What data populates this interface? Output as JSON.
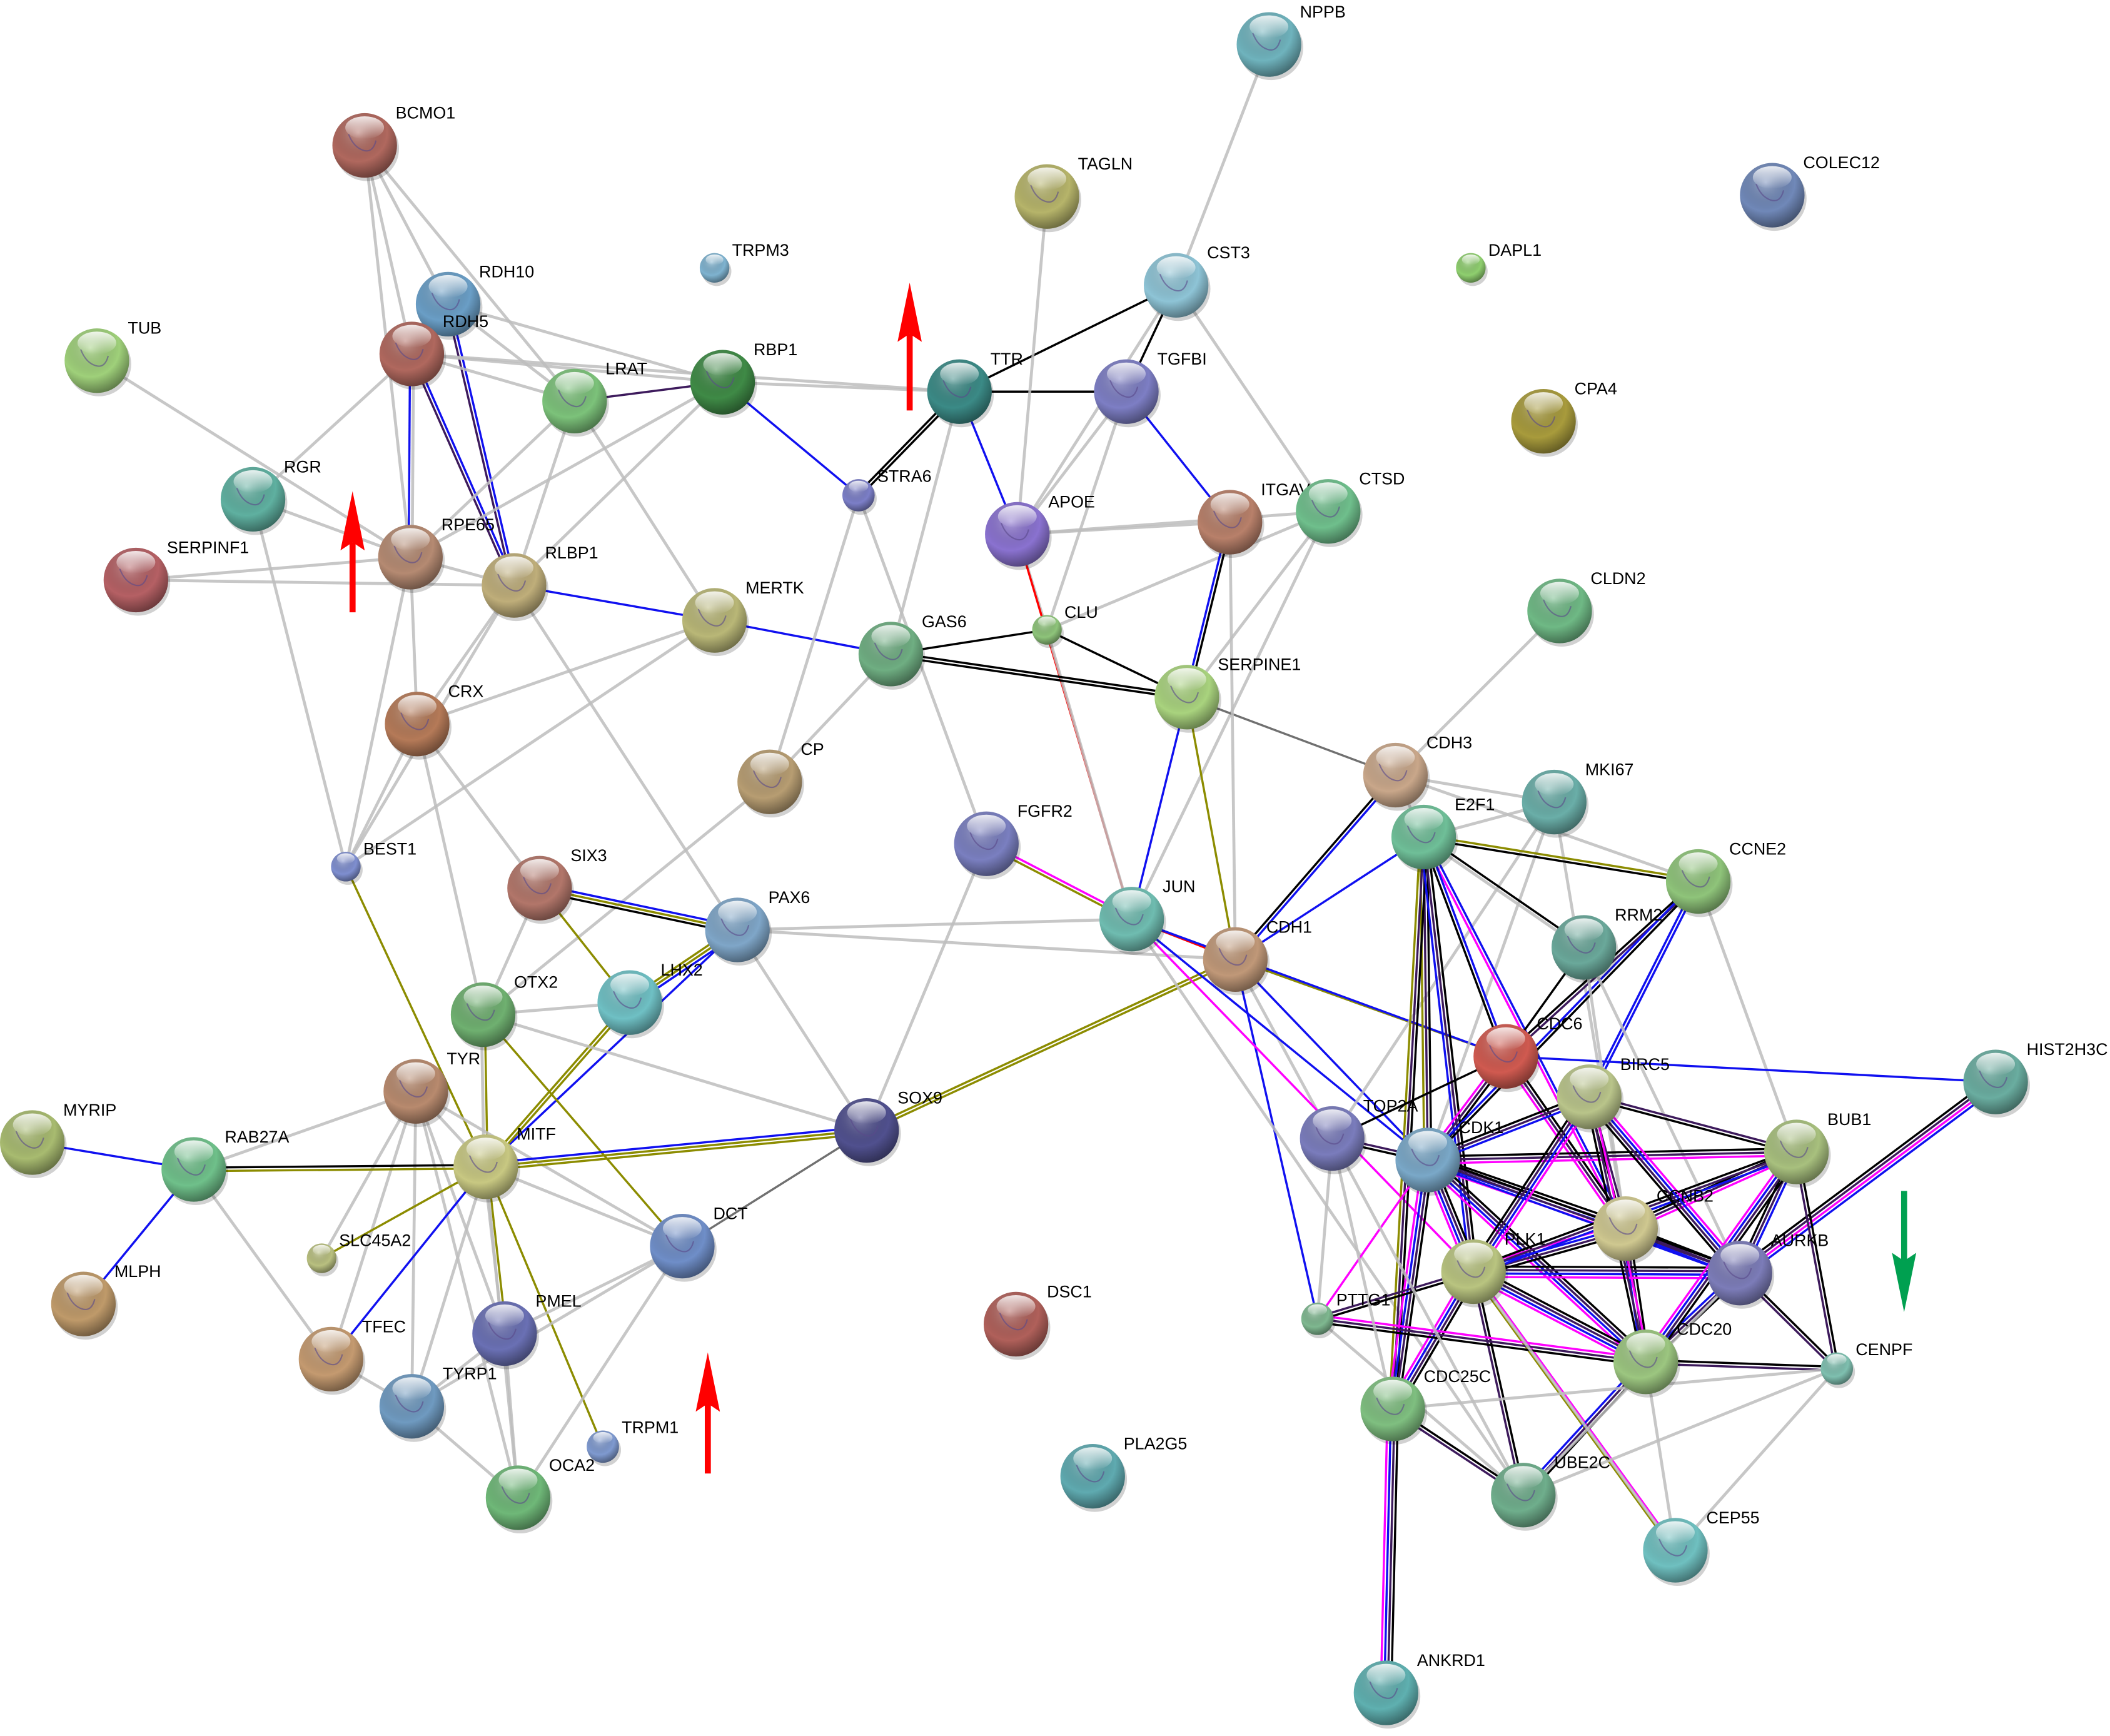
{
  "edge_colors": {
    "k": "#000000",
    "p": "#3d1a5c",
    "b": "#1010f0",
    "m": "#ff00ff",
    "y": "#8c8c00",
    "g": "#bdbdbd",
    "d": "#707070",
    "r": "#ff0000"
  },
  "nodes": [
    {
      "name": "NPPB",
      "color": "#6fb3bd"
    },
    {
      "name": "BCMO1",
      "color": "#b0685e"
    },
    {
      "name": "TAGLN",
      "color": "#b6b46a"
    },
    {
      "name": "COLEC12",
      "color": "#7088b8"
    },
    {
      "name": "TRPM3",
      "color": "#7fb3d0"
    },
    {
      "name": "DAPL1",
      "color": "#8fcf6f"
    },
    {
      "name": "CST3",
      "color": "#8ec4d6"
    },
    {
      "name": "RDH10",
      "color": "#6a9ec6"
    },
    {
      "name": "TUB",
      "color": "#9fd07a"
    },
    {
      "name": "RDH5",
      "color": "#b0685e"
    },
    {
      "name": "LRAT",
      "color": "#7cc27a"
    },
    {
      "name": "RBP1",
      "color": "#3f8a46"
    },
    {
      "name": "TTR",
      "color": "#3b8a86"
    },
    {
      "name": "TGFBI",
      "color": "#7d7ec4"
    },
    {
      "name": "CPA4",
      "color": "#a89b3c"
    },
    {
      "name": "STRA6",
      "color": "#7c7fc8"
    },
    {
      "name": "RGR",
      "color": "#5fb0a0"
    },
    {
      "name": "APOE",
      "color": "#8a72d0"
    },
    {
      "name": "ITGAV",
      "color": "#b8806a"
    },
    {
      "name": "CTSD",
      "color": "#6fbf8c"
    },
    {
      "name": "SERPINF1",
      "color": "#b56064"
    },
    {
      "name": "RPE65",
      "color": "#b58a72"
    },
    {
      "name": "RLBP1",
      "color": "#bfae7a"
    },
    {
      "name": "MERTK",
      "color": "#b9b777"
    },
    {
      "name": "CLDN2",
      "color": "#6fb985"
    },
    {
      "name": "CLU",
      "color": "#8ec47a"
    },
    {
      "name": "GAS6",
      "color": "#6fae82"
    },
    {
      "name": "SERPINE1",
      "color": "#a9d37e"
    },
    {
      "name": "CRX",
      "color": "#b57a58"
    },
    {
      "name": "CP",
      "color": "#b79d72"
    },
    {
      "name": "CDH3",
      "color": "#c9a78a"
    },
    {
      "name": "MKI67",
      "color": "#6aaea8"
    },
    {
      "name": "FGFR2",
      "color": "#7a7fc0"
    },
    {
      "name": "E2F1",
      "color": "#6fbf98"
    },
    {
      "name": "CCNE2",
      "color": "#8fc47a"
    },
    {
      "name": "BEST1",
      "color": "#7f8fd0"
    },
    {
      "name": "SIX3",
      "color": "#b2766a"
    },
    {
      "name": "PAX6",
      "color": "#7fa6c8"
    },
    {
      "name": "JUN",
      "color": "#6fbcb0"
    },
    {
      "name": "CDH1",
      "color": "#c09878"
    },
    {
      "name": "RRM2",
      "color": "#6aa89a"
    },
    {
      "name": "LHX2",
      "color": "#6fc0c4"
    },
    {
      "name": "OTX2",
      "color": "#6fb070"
    },
    {
      "name": "CDC6",
      "color": "#d05a50"
    },
    {
      "name": "HIST2H3C",
      "color": "#6aada0"
    },
    {
      "name": "TYR",
      "color": "#b88a6e"
    },
    {
      "name": "BIRC5",
      "color": "#b9c48a"
    },
    {
      "name": "TOP2A",
      "color": "#7a7cbc"
    },
    {
      "name": "SOX9",
      "color": "#50508e"
    },
    {
      "name": "MYRIP",
      "color": "#a8bb70"
    },
    {
      "name": "CDK1",
      "color": "#7aa8c8"
    },
    {
      "name": "BUB1",
      "color": "#a8c07e"
    },
    {
      "name": "MITF",
      "color": "#c8c882"
    },
    {
      "name": "RAB27A",
      "color": "#6fc08a"
    },
    {
      "name": "CCNB2",
      "color": "#cfc890"
    },
    {
      "name": "DCT",
      "color": "#6f8ec8"
    },
    {
      "name": "SLC45A2",
      "color": "#b9c080"
    },
    {
      "name": "AURKB",
      "color": "#7c7cb8"
    },
    {
      "name": "PLK1",
      "color": "#b9c480"
    },
    {
      "name": "MLPH",
      "color": "#bf9a6a"
    },
    {
      "name": "PMEL",
      "color": "#6a70b4"
    },
    {
      "name": "DSC1",
      "color": "#b0605a"
    },
    {
      "name": "PTTG1",
      "color": "#7fb890"
    },
    {
      "name": "CDC20",
      "color": "#9cc680"
    },
    {
      "name": "TFEC",
      "color": "#c49a70"
    },
    {
      "name": "CENPF",
      "color": "#7fc0b0"
    },
    {
      "name": "TYRP1",
      "color": "#6f9ac0"
    },
    {
      "name": "CDC25C",
      "color": "#7fbf80"
    },
    {
      "name": "TRPM1",
      "color": "#7f9ad0"
    },
    {
      "name": "PLA2G5",
      "color": "#5faab0"
    },
    {
      "name": "UBE2C",
      "color": "#6fae8c"
    },
    {
      "name": "OCA2",
      "color": "#6fb878"
    },
    {
      "name": "CEP55",
      "color": "#6fc0c0"
    },
    {
      "name": "ANKRD1",
      "color": "#5fb0b0"
    }
  ],
  "edges": [
    [
      "BCMO1",
      "RDH10",
      "g"
    ],
    [
      "BCMO1",
      "RDH5",
      "g"
    ],
    [
      "BCMO1",
      "LRAT",
      "g"
    ],
    [
      "BCMO1",
      "RPE65",
      "g"
    ],
    [
      "RDH10",
      "RDH5",
      "g"
    ],
    [
      "RDH10",
      "LRAT",
      "g"
    ],
    [
      "RDH10",
      "RBP1",
      "g"
    ],
    [
      "RDH10",
      "RLBP1",
      "bp"
    ],
    [
      "RDH5",
      "LRAT",
      "g"
    ],
    [
      "RDH5",
      "RPE65",
      "gb"
    ],
    [
      "RDH5",
      "RGR",
      "g"
    ],
    [
      "RDH5",
      "RBP1",
      "g"
    ],
    [
      "RDH5",
      "RLBP1",
      "bp"
    ],
    [
      "TUB",
      "RPE65",
      "g"
    ],
    [
      "RGR",
      "RPE65",
      "g"
    ],
    [
      "RGR",
      "BEST1",
      "g"
    ],
    [
      "SERPINF1",
      "RPE65",
      "g"
    ],
    [
      "SERPINF1",
      "RLBP1",
      "g"
    ],
    [
      "RPE65",
      "RLBP1",
      "g"
    ],
    [
      "RPE65",
      "LRAT",
      "g"
    ],
    [
      "RPE65",
      "CRX",
      "g"
    ],
    [
      "RPE65",
      "BEST1",
      "g"
    ],
    [
      "RPE65",
      "RBP1",
      "g"
    ],
    [
      "RLBP1",
      "LRAT",
      "g"
    ],
    [
      "RLBP1",
      "RBP1",
      "g"
    ],
    [
      "RLBP1",
      "CRX",
      "g"
    ],
    [
      "RLBP1",
      "PAX6",
      "g"
    ],
    [
      "RLBP1",
      "BEST1",
      "g"
    ],
    [
      "LRAT",
      "RBP1",
      "p"
    ],
    [
      "LRAT",
      "MERTK",
      "g"
    ],
    [
      "RBP1",
      "TTR",
      "g"
    ],
    [
      "RBP1",
      "STRA6",
      "b"
    ],
    [
      "RDH5",
      "TTR",
      "g"
    ],
    [
      "TTR",
      "STRA6",
      "kk"
    ],
    [
      "TTR",
      "TGFBI",
      "k"
    ],
    [
      "TTR",
      "CST3",
      "k"
    ],
    [
      "CST3",
      "TGFBI",
      "k"
    ],
    [
      "CST3",
      "NPPB",
      "g"
    ],
    [
      "CST3",
      "CTSD",
      "g"
    ],
    [
      "CST3",
      "APOE",
      "g"
    ],
    [
      "TTR",
      "APOE",
      "b"
    ],
    [
      "TTR",
      "GAS6",
      "g"
    ],
    [
      "TAGLN",
      "APOE",
      "g"
    ],
    [
      "TGFBI",
      "APOE",
      "g"
    ],
    [
      "TGFBI",
      "ITGAV",
      "b"
    ],
    [
      "TGFBI",
      "CLU",
      "g"
    ],
    [
      "APOE",
      "ITGAV",
      "g"
    ],
    [
      "APOE",
      "CTSD",
      "g"
    ],
    [
      "APOE",
      "CLU",
      "g"
    ],
    [
      "APOE",
      "JUN",
      "r"
    ],
    [
      "CLU",
      "CTSD",
      "g"
    ],
    [
      "CLU",
      "SERPINE1",
      "k"
    ],
    [
      "CLU",
      "JUN",
      "g"
    ],
    [
      "CTSD",
      "SERPINE1",
      "g"
    ],
    [
      "CTSD",
      "JUN",
      "g"
    ],
    [
      "ITGAV",
      "SERPINE1",
      "kb"
    ],
    [
      "GAS6",
      "CLU",
      "k"
    ],
    [
      "GAS6",
      "SERPINE1",
      "kk"
    ],
    [
      "MERTK",
      "GAS6",
      "b"
    ],
    [
      "RLBP1",
      "MERTK",
      "b"
    ],
    [
      "MERTK",
      "CRX",
      "g"
    ],
    [
      "MERTK",
      "BEST1",
      "g"
    ],
    [
      "GAS6",
      "CP",
      "g"
    ],
    [
      "CP",
      "STRA6",
      "g"
    ],
    [
      "CP",
      "OTX2",
      "g"
    ],
    [
      "STRA6",
      "FGFR2",
      "g"
    ],
    [
      "CRX",
      "SIX3",
      "g"
    ],
    [
      "CRX",
      "OTX2",
      "g"
    ],
    [
      "CRX",
      "BEST1",
      "g"
    ],
    [
      "SIX3",
      "PAX6",
      "byk"
    ],
    [
      "SIX3",
      "OTX2",
      "g"
    ],
    [
      "SIX3",
      "LHX2",
      "y"
    ],
    [
      "PAX6",
      "LHX2",
      "byy"
    ],
    [
      "PAX6",
      "SOX9",
      "g"
    ],
    [
      "PAX6",
      "JUN",
      "g"
    ],
    [
      "PAX6",
      "CDH1",
      "g"
    ],
    [
      "PAX6",
      "MITF",
      "b"
    ],
    [
      "LHX2",
      "OTX2",
      "g"
    ],
    [
      "LHX2",
      "MITF",
      "yy"
    ],
    [
      "OTX2",
      "MITF",
      "yg"
    ],
    [
      "OTX2",
      "DCT",
      "y"
    ],
    [
      "OTX2",
      "SOX9",
      "g"
    ],
    [
      "BEST1",
      "MITF",
      "y"
    ],
    [
      "TYR",
      "MITF",
      "g"
    ],
    [
      "TYR",
      "TYRP1",
      "g"
    ],
    [
      "TYR",
      "DCT",
      "g"
    ],
    [
      "TYR",
      "PMEL",
      "g"
    ],
    [
      "TYR",
      "OCA2",
      "g"
    ],
    [
      "TYR",
      "TFEC",
      "g"
    ],
    [
      "TYR",
      "SLC45A2",
      "g"
    ],
    [
      "TYR",
      "RAB27A",
      "g"
    ],
    [
      "MITF",
      "PMEL",
      "yg"
    ],
    [
      "MITF",
      "TYRP1",
      "g"
    ],
    [
      "MITF",
      "OCA2",
      "g"
    ],
    [
      "MITF",
      "TFEC",
      "b"
    ],
    [
      "MITF",
      "DCT",
      "g"
    ],
    [
      "MITF",
      "RAB27A",
      "yk"
    ],
    [
      "MITF",
      "SLC45A2",
      "y"
    ],
    [
      "MITF",
      "TRPM1",
      "y"
    ],
    [
      "MITF",
      "SOX9",
      "byy"
    ],
    [
      "DCT",
      "PMEL",
      "g"
    ],
    [
      "DCT",
      "TYRP1",
      "g"
    ],
    [
      "DCT",
      "OCA2",
      "g"
    ],
    [
      "PMEL",
      "TYRP1",
      "g"
    ],
    [
      "PMEL",
      "OCA2",
      "g"
    ],
    [
      "TYRP1",
      "OCA2",
      "g"
    ],
    [
      "TYRP1",
      "TFEC",
      "g"
    ],
    [
      "RAB27A",
      "TFEC",
      "g"
    ],
    [
      "MYRIP",
      "RAB27A",
      "b"
    ],
    [
      "RAB27A",
      "MLPH",
      "b"
    ],
    [
      "SOX9",
      "DCT",
      "d"
    ],
    [
      "SOX9",
      "FGFR2",
      "g"
    ],
    [
      "SOX9",
      "CDH1",
      "yy"
    ],
    [
      "FGFR2",
      "JUN",
      "my"
    ],
    [
      "JUN",
      "CDH1",
      "r"
    ],
    [
      "JUN",
      "SERPINE1",
      "b"
    ],
    [
      "SERPINE1",
      "CDH1",
      "y"
    ],
    [
      "SERPINE1",
      "CDH3",
      "d"
    ],
    [
      "ITGAV",
      "CDH1",
      "g"
    ],
    [
      "CDH1",
      "CDH3",
      "kb"
    ],
    [
      "CDH1",
      "E2F1",
      "b"
    ],
    [
      "CDH1",
      "CDC6",
      "y"
    ],
    [
      "CDH1",
      "TOP2A",
      "g"
    ],
    [
      "CDH1",
      "PTTG1",
      "b"
    ],
    [
      "CDH1",
      "CDK1",
      "b"
    ],
    [
      "JUN",
      "CDC6",
      "b"
    ],
    [
      "JUN",
      "CDK1",
      "b"
    ],
    [
      "JUN",
      "PLK1",
      "m"
    ],
    [
      "JUN",
      "UBE2C",
      "g"
    ],
    [
      "CDH3",
      "E2F1",
      "g"
    ],
    [
      "CDH3",
      "CCNE2",
      "g"
    ],
    [
      "CDH3",
      "CLDN2",
      "g"
    ],
    [
      "CDH3",
      "MKI67",
      "g"
    ],
    [
      "MKI67",
      "E2F1",
      "g"
    ],
    [
      "MKI67",
      "TOP2A",
      "g"
    ],
    [
      "MKI67",
      "CDK1",
      "g"
    ],
    [
      "MKI67",
      "CCNB2",
      "g"
    ],
    [
      "CCNE2",
      "BUB1",
      "g"
    ],
    [
      "E2F1",
      "CCNE2",
      "yk"
    ],
    [
      "E2F1",
      "RRM2",
      "kg"
    ],
    [
      "E2F1",
      "CDK1",
      "kpy"
    ],
    [
      "E2F1",
      "CDC25C",
      "kpy"
    ],
    [
      "E2F1",
      "PLK1",
      "kpb"
    ],
    [
      "E2F1",
      "CCNB2",
      "bm"
    ],
    [
      "CDC6",
      "E2F1",
      "kb"
    ],
    [
      "CDC6",
      "CCNE2",
      "kp"
    ],
    [
      "CDC6",
      "CCNB2",
      "kpm"
    ],
    [
      "CDC6",
      "RRM2",
      "k"
    ],
    [
      "CDC6",
      "TOP2A",
      "k"
    ],
    [
      "CDC6",
      "CDK1",
      "kpm"
    ],
    [
      "CDC6",
      "HIST2H3C",
      "b"
    ],
    [
      "CCNE2",
      "CDK1",
      "kb"
    ],
    [
      "CCNE2",
      "BIRC5",
      "bb"
    ],
    [
      "RRM2",
      "CCNB2",
      "g"
    ],
    [
      "RRM2",
      "AURKB",
      "g"
    ],
    [
      "CDK1",
      "CCNB2",
      "kpbm"
    ],
    [
      "CDK1",
      "PLK1",
      "kpbm"
    ],
    [
      "CDK1",
      "BIRC5",
      "kpb"
    ],
    [
      "CDK1",
      "CDC20",
      "kpbm"
    ],
    [
      "CDK1",
      "BUB1",
      "kpm"
    ],
    [
      "CDK1",
      "AURKB",
      "kpb"
    ],
    [
      "CDK1",
      "CDC25C",
      "kpbm"
    ],
    [
      "CDK1",
      "TOP2A",
      "kp"
    ],
    [
      "CDK1",
      "PTTG1",
      "m"
    ],
    [
      "CCNB2",
      "PLK1",
      "kpbm"
    ],
    [
      "CCNB2",
      "CDC20",
      "kpb"
    ],
    [
      "CCNB2",
      "AURKB",
      "kpb"
    ],
    [
      "CCNB2",
      "BUB1",
      "kpm"
    ],
    [
      "CCNB2",
      "BIRC5",
      "kp"
    ],
    [
      "PLK1",
      "AURKB",
      "kpbm"
    ],
    [
      "PLK1",
      "CDC20",
      "kpbm"
    ],
    [
      "PLK1",
      "BUB1",
      "kpb"
    ],
    [
      "PLK1",
      "CDC25C",
      "kpbm"
    ],
    [
      "PLK1",
      "PTTG1",
      "kp"
    ],
    [
      "PLK1",
      "UBE2C",
      "kp"
    ],
    [
      "PLK1",
      "BIRC5",
      "kpbm"
    ],
    [
      "PLK1",
      "CEP55",
      "my"
    ],
    [
      "AURKB",
      "BIRC5",
      "kpbm"
    ],
    [
      "AURKB",
      "BUB1",
      "kpb"
    ],
    [
      "AURKB",
      "CDC20",
      "kpb"
    ],
    [
      "AURKB",
      "CENPF",
      "kp"
    ],
    [
      "AURKB",
      "HIST2H3C",
      "kpmb"
    ],
    [
      "BUB1",
      "CDC20",
      "kpbm"
    ],
    [
      "BUB1",
      "BIRC5",
      "kp"
    ],
    [
      "BUB1",
      "CENPF",
      "kp"
    ],
    [
      "CDC20",
      "UBE2C",
      "kpb"
    ],
    [
      "CDC20",
      "PTTG1",
      "kpm"
    ],
    [
      "CDC20",
      "CENPF",
      "kp"
    ],
    [
      "CDC20",
      "BIRC5",
      "kpm"
    ],
    [
      "CDC25C",
      "ANKRD1",
      "kpbm"
    ],
    [
      "CDC25C",
      "UBE2C",
      "kp"
    ],
    [
      "CEP55",
      "CDC20",
      "g"
    ],
    [
      "CEP55",
      "CENPF",
      "g"
    ],
    [
      "CENPF",
      "UBE2C",
      "g"
    ],
    [
      "CENPF",
      "CDC25C",
      "g"
    ],
    [
      "TOP2A",
      "CDC25C",
      "g"
    ],
    [
      "TOP2A",
      "PTTG1",
      "g"
    ],
    [
      "TOP2A",
      "UBE2C",
      "g"
    ],
    [
      "PTTG1",
      "UBE2C",
      "g"
    ],
    [
      "UBE2C",
      "AURKB",
      "g"
    ],
    [
      "CEP55",
      "PLK1",
      "g"
    ]
  ],
  "indicators": [
    {
      "direction": "up",
      "color": "#ff0000"
    },
    {
      "direction": "up",
      "color": "#ff0000"
    },
    {
      "direction": "up",
      "color": "#ff0000"
    },
    {
      "direction": "down",
      "color": "#00a050"
    }
  ]
}
